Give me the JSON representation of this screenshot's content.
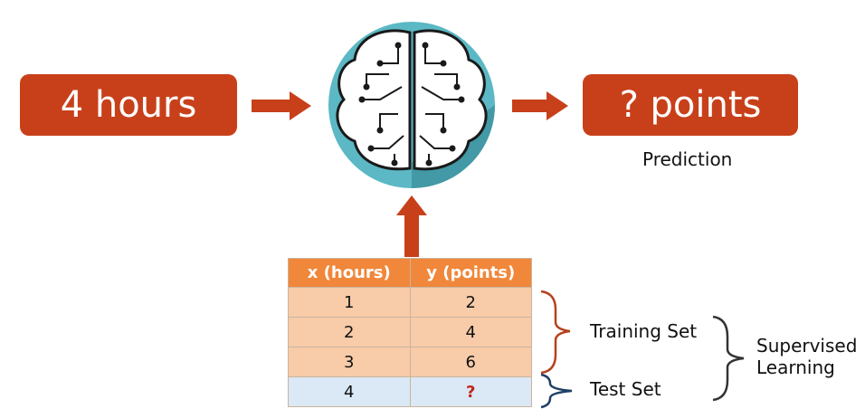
{
  "input": {
    "text": "4 hours"
  },
  "output": {
    "text": "? points",
    "caption": "Prediction"
  },
  "table": {
    "headers": [
      "x (hours)",
      "y (points)"
    ],
    "rows": [
      {
        "x": "1",
        "y": "2"
      },
      {
        "x": "2",
        "y": "4"
      },
      {
        "x": "3",
        "y": "6"
      },
      {
        "x": "4",
        "y": "?"
      }
    ]
  },
  "labels": {
    "training": "Training Set",
    "test": "Test Set",
    "supervised_line1": "Supervised",
    "supervised_line2": "Learning"
  },
  "colors": {
    "box": "#c8401a",
    "arrow": "#c8401a",
    "header": "#f0873a",
    "train_row": "#f8cba9",
    "test_row": "#dbe8f5",
    "brain_circle": "#5bb8c4",
    "training_brace": "#b5421e",
    "test_brace": "#1f3f66"
  },
  "icons": {
    "model": "brain-circuit-icon"
  }
}
